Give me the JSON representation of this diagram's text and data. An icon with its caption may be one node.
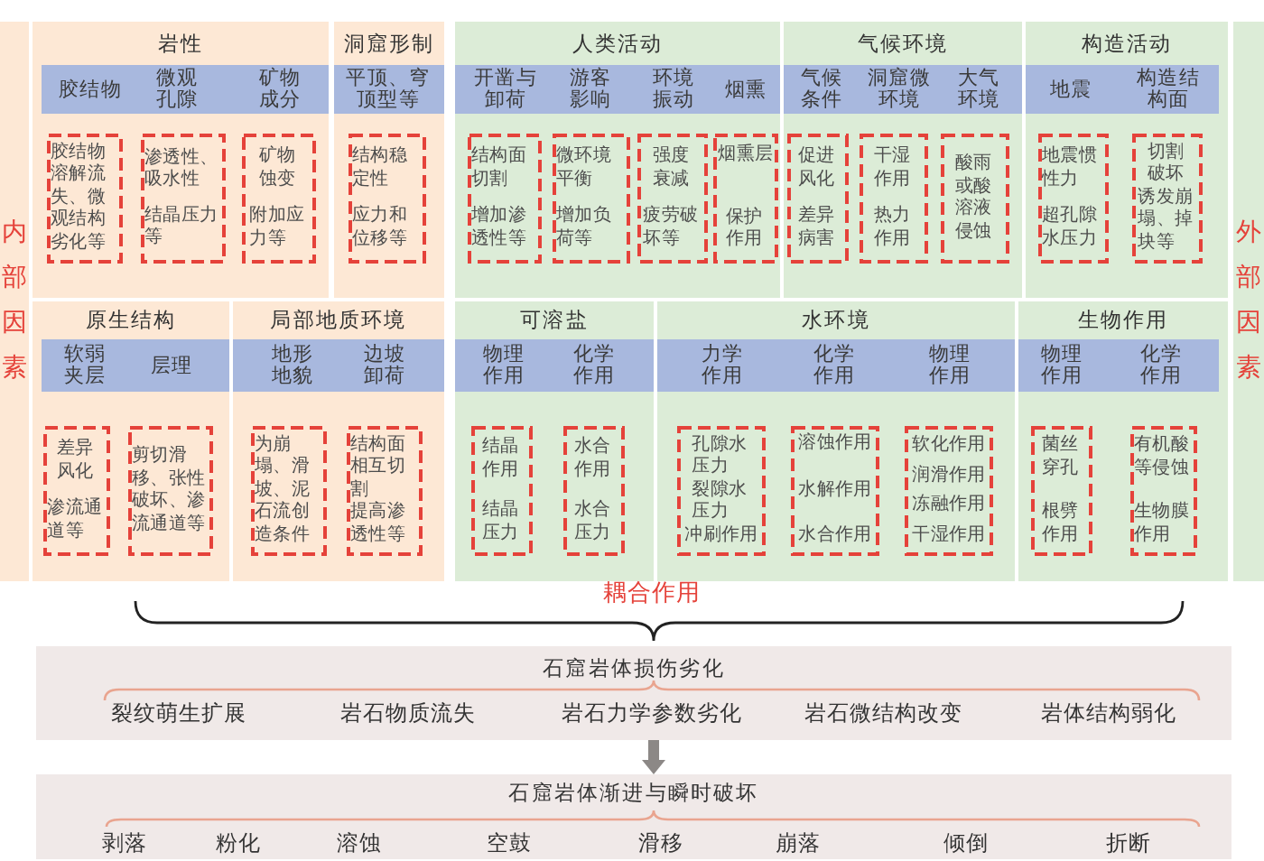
{
  "diagram": {
    "nodes": [
      {
        "text": [
          "内部因素"
        ]
      },
      {
        "text": [
          "岩性"
        ]
      },
      {
        "text": [
          "胶结物",
          "微观孔隙",
          "矿物成分"
        ],
        "in": 1
      },
      {
        "text": [
          "胶结物溶解流失、微观结构劣化等"
        ],
        "in": 1
      },
      {
        "text": [
          "渗透性、吸水性",
          "结晶压力等"
        ],
        "in": 1
      },
      {
        "text": [
          "矿物蚀变",
          "附加应力等"
        ],
        "in": 1
      },
      {
        "text": [
          "洞窟形制"
        ]
      },
      {
        "text": [
          "平顶、穹顶型等"
        ],
        "in": 6
      },
      {
        "text": [
          "结构稳定性",
          "应力和位移等"
        ],
        "in": 6
      },
      {
        "text": [
          "人类活动"
        ]
      },
      {
        "text": [
          "开凿与卸荷",
          "游客影响",
          "环境振动",
          "烟熏"
        ],
        "in": 9
      },
      {
        "text": [
          "结构面切割",
          "增加渗透性等"
        ],
        "in": 9
      },
      {
        "text": [
          "微环境平衡",
          "增加负荷等"
        ],
        "in": 9
      },
      {
        "text": [
          "强度衰减",
          "疲劳破坏等"
        ],
        "in": 9
      },
      {
        "text": [
          "烟熏层",
          "保护作用"
        ],
        "in": 9
      },
      {
        "text": [
          "气候环境"
        ]
      },
      {
        "text": [
          "气候条件",
          "洞窟微环境",
          "大气环境"
        ],
        "in": 15
      },
      {
        "text": [
          "促进风化",
          "差异病害"
        ],
        "in": 15
      },
      {
        "text": [
          "干湿作用",
          "热力作用"
        ],
        "in": 15
      },
      {
        "text": [
          "酸雨或酸溶液侵蚀"
        ],
        "in": 15
      },
      {
        "text": [
          "构造活动"
        ]
      },
      {
        "text": [
          "地震",
          "构造结构面"
        ],
        "in": 20
      },
      {
        "text": [
          "地震惯性力",
          "超孔隙水压力"
        ],
        "in": 20
      },
      {
        "text": [
          "切割破坏",
          "诱发崩塌、掉块等"
        ],
        "in": 20
      },
      {
        "text": [
          "原生结构"
        ]
      },
      {
        "text": [
          "软弱夹层",
          "层理"
        ],
        "in": 24
      },
      {
        "text": [
          "差异风化",
          "渗流通道等"
        ],
        "in": 24
      },
      {
        "text": [
          "剪切滑移、张性破坏、渗流通道等"
        ],
        "in": 24
      },
      {
        "text": [
          "局部地质环境"
        ]
      },
      {
        "text": [
          "地形地貌",
          "边坡卸荷"
        ],
        "in": 28
      },
      {
        "text": [
          "为崩塌、滑坡、泥石流创造条件"
        ],
        "in": 28
      },
      {
        "text": [
          "结构面相互切割",
          "提高渗透性等"
        ],
        "in": 28
      },
      {
        "text": [
          "可溶盐"
        ]
      },
      {
        "text": [
          "物理作用",
          "化学作用"
        ],
        "in": 32
      },
      {
        "text": [
          "结晶作用",
          "结晶压力"
        ],
        "in": 32
      },
      {
        "text": [
          "水合作用",
          "水合压力"
        ],
        "in": 32
      },
      {
        "text": [
          "水环境"
        ]
      },
      {
        "text": [
          "力学作用",
          "化学作用",
          "物理作用"
        ],
        "in": 36
      },
      {
        "text": [
          "孔隙水压力",
          "裂隙水压力",
          "冲刷作用"
        ],
        "in": 36
      },
      {
        "text": [
          "溶蚀作用",
          "水解作用",
          "水合作用"
        ],
        "in": 36
      },
      {
        "text": [
          "软化作用",
          "润滑作用",
          "冻融作用",
          "干湿作用"
        ],
        "in": 36
      },
      {
        "text": [
          "生物作用"
        ]
      },
      {
        "text": [
          "物理作用",
          "化学作用"
        ],
        "in": 41
      },
      {
        "text": [
          "菌丝穿孔",
          "根劈作用"
        ],
        "in": 41
      },
      {
        "text": [
          "有机酸等侵蚀",
          "生物膜作用"
        ],
        "in": 41
      },
      {
        "text": [
          "外部因素"
        ]
      },
      {
        "text": [
          "石窟岩体损伤劣化",
          "裂纹萌生扩展",
          "岩石物质流失",
          "岩石力学参数劣化",
          "岩石微结构改变",
          "岩体结构弱化"
        ]
      },
      {
        "text": [
          "石窟岩体渐进与瞬时破坏",
          "剥落",
          "粉化",
          "溶蚀",
          "空鼓",
          "滑移",
          "崩落",
          "倾倒",
          "折断"
        ]
      }
    ],
    "edges": [
      {
        "from": 46,
        "to": 47,
        "arrow": "to"
      }
    ],
    "labels": [
      "耦合作用"
    ]
  }
}
